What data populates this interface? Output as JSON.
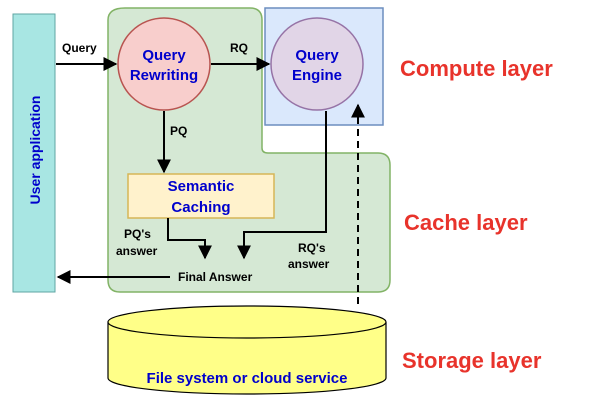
{
  "user_app": {
    "label": "User application"
  },
  "query_rewriting": {
    "line1": "Query",
    "line2": "Rewriting"
  },
  "query_engine": {
    "line1": "Query",
    "line2": "Engine"
  },
  "semantic_caching": {
    "line1": "Semantic",
    "line2": "Caching"
  },
  "arrows": {
    "query": "Query",
    "rq": "RQ",
    "pq": "PQ",
    "pq_answer_1": "PQ's",
    "pq_answer_2": "answer",
    "rq_answer_1": "RQ's",
    "rq_answer_2": "answer",
    "final_answer": "Final Answer"
  },
  "storage": {
    "label": "File system or cloud service"
  },
  "layers": {
    "compute": "Compute layer",
    "cache": "Cache layer",
    "storage": "Storage layer"
  },
  "colors": {
    "user_app_fill": "#a8e6e3",
    "green_region": "#d5e8d4",
    "green_border": "#82b366",
    "red_circle": "#f8cecc",
    "red_border": "#b85450",
    "purple_circle": "#e1d5e7",
    "purple_border": "#9673a6",
    "blue_box": "#dae8fc",
    "blue_border": "#6c8ebf",
    "cache_box": "#fff2cc",
    "cache_border": "#d6b656",
    "storage_fill": "#ffff88",
    "layer_text": "#e8332b",
    "node_text": "#0000cc"
  }
}
